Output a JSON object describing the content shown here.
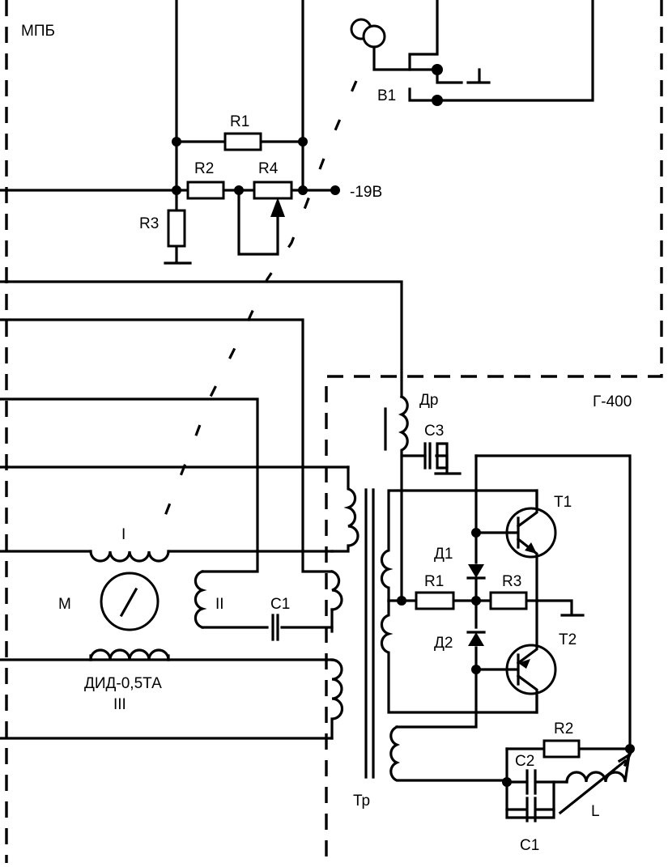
{
  "labels": {
    "block_mpb": "МПБ",
    "block_g400": "Г-400",
    "switch_b1": "B1",
    "r1_top": "R1",
    "r2_top": "R2",
    "r3_top": "R3",
    "r4": "R4",
    "supply": "-19B",
    "motor_m": "M",
    "winding_1": "I",
    "winding_2": "II",
    "winding_3": "III",
    "motor_type": "ДИД-0,5ТА",
    "c1_motor": "C1",
    "choke": "Др",
    "c3": "C3",
    "transformer": "Тр",
    "t1": "T1",
    "t2": "T2",
    "d1": "Д1",
    "d2": "Д2",
    "r1_gen": "R1",
    "r3_gen": "R3",
    "r2_gen": "R2",
    "c2_gen": "C2",
    "c1_gen": "C1",
    "inductor_l": "L"
  }
}
